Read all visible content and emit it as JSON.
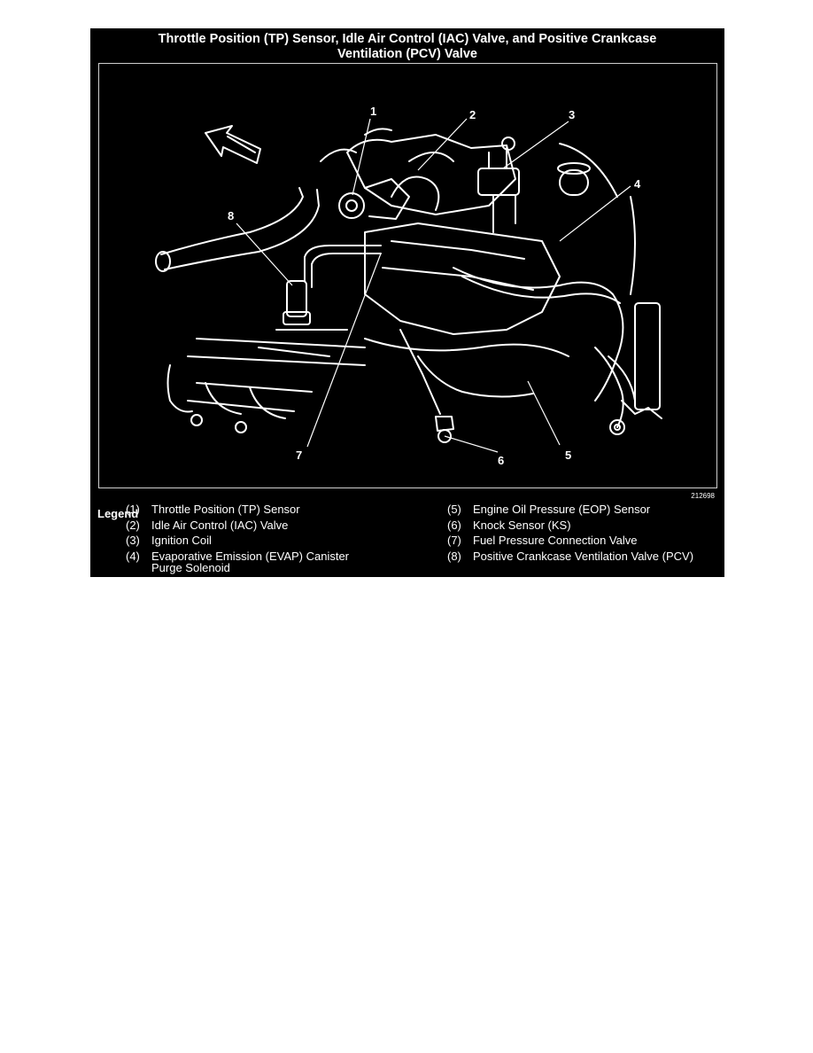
{
  "title": "Throttle Position (TP) Sensor, Idle Air Control (IAC) Valve, and Positive Crankcase Ventilation (PCV) Valve",
  "title_lines": [
    "Throttle Position (TP) Sensor, Idle Air Control (IAC) Valve, and Positive Crankcase",
    "Ventilation (PCV) Valve"
  ],
  "figure_id": "212698",
  "callouts": [
    "1",
    "2",
    "3",
    "4",
    "5",
    "6",
    "7",
    "8"
  ],
  "legend": {
    "heading": "Legend",
    "left": [
      {
        "num": "(1)",
        "text": "Throttle Position (TP) Sensor",
        "text2": ""
      },
      {
        "num": "(2)",
        "text": "Idle Air Control (IAC) Valve",
        "text2": ""
      },
      {
        "num": "(3)",
        "text": "Ignition Coil",
        "text2": ""
      },
      {
        "num": "(4)",
        "text": "Evaporative Emission (EVAP) Canister",
        "text2": "Purge Solenoid"
      }
    ],
    "right": [
      {
        "num": "(5)",
        "text": "Engine Oil Pressure (EOP) Sensor"
      },
      {
        "num": "(6)",
        "text": "Knock Sensor (KS)"
      },
      {
        "num": "(7)",
        "text": "Fuel Pressure Connection Valve"
      },
      {
        "num": "(8)",
        "text": "Positive Crankcase Ventilation Valve (PCV)"
      }
    ]
  },
  "colors": {
    "background": "#000000",
    "foreground": "#ffffff",
    "page": "#ffffff"
  }
}
